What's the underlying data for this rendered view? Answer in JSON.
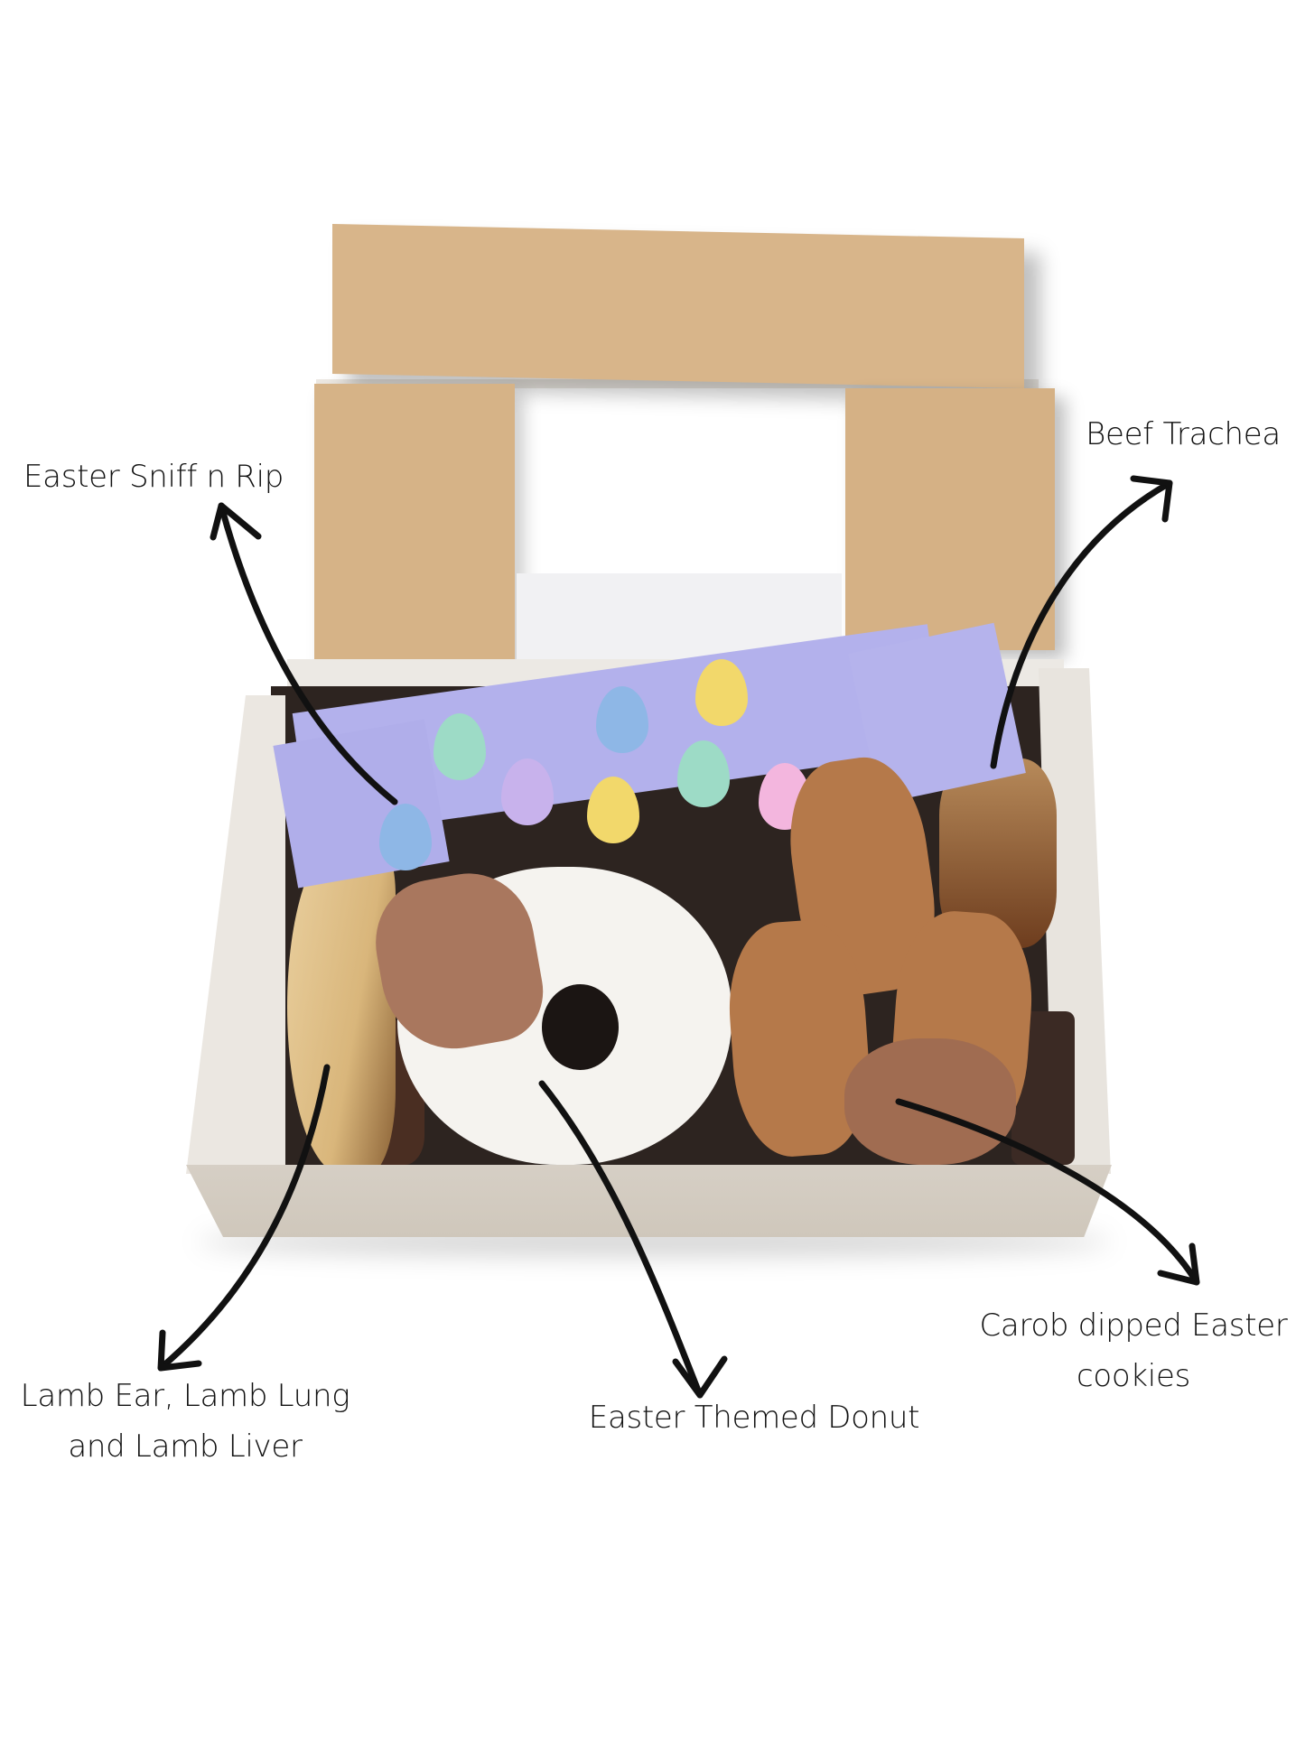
{
  "image": {
    "description": "Open kraft gift box of Easter dog treats with annotated contents",
    "colors": {
      "background": "#ffffff",
      "kraft_lid": "#d8b58a",
      "box_white": "#ece9e4",
      "cracker_lavender": "#b3b1ec",
      "arrow": "#111111",
      "label_text": "#111111"
    }
  },
  "labels": [
    {
      "id": "sniff-n-rip",
      "text": "Easter Sniff n Rip"
    },
    {
      "id": "beef-trachea",
      "text": "Beef Trachea"
    },
    {
      "id": "lamb",
      "lines": [
        "Lamb Ear, Lamb Lung",
        "and Lamb Liver"
      ]
    },
    {
      "id": "donut",
      "text": "Easter Themed Donut"
    },
    {
      "id": "carob-cookies",
      "lines": [
        "Carob dipped Easter",
        "cookies"
      ]
    }
  ],
  "eggs": [
    {
      "color": "#8eb7e6"
    },
    {
      "color": "#9ddbc6"
    },
    {
      "color": "#f2d86b"
    },
    {
      "color": "#c8b2ec"
    },
    {
      "color": "#f3b6de"
    },
    {
      "color": "#9ddbc6"
    },
    {
      "color": "#f2d86b"
    },
    {
      "color": "#8eb7e6"
    }
  ]
}
